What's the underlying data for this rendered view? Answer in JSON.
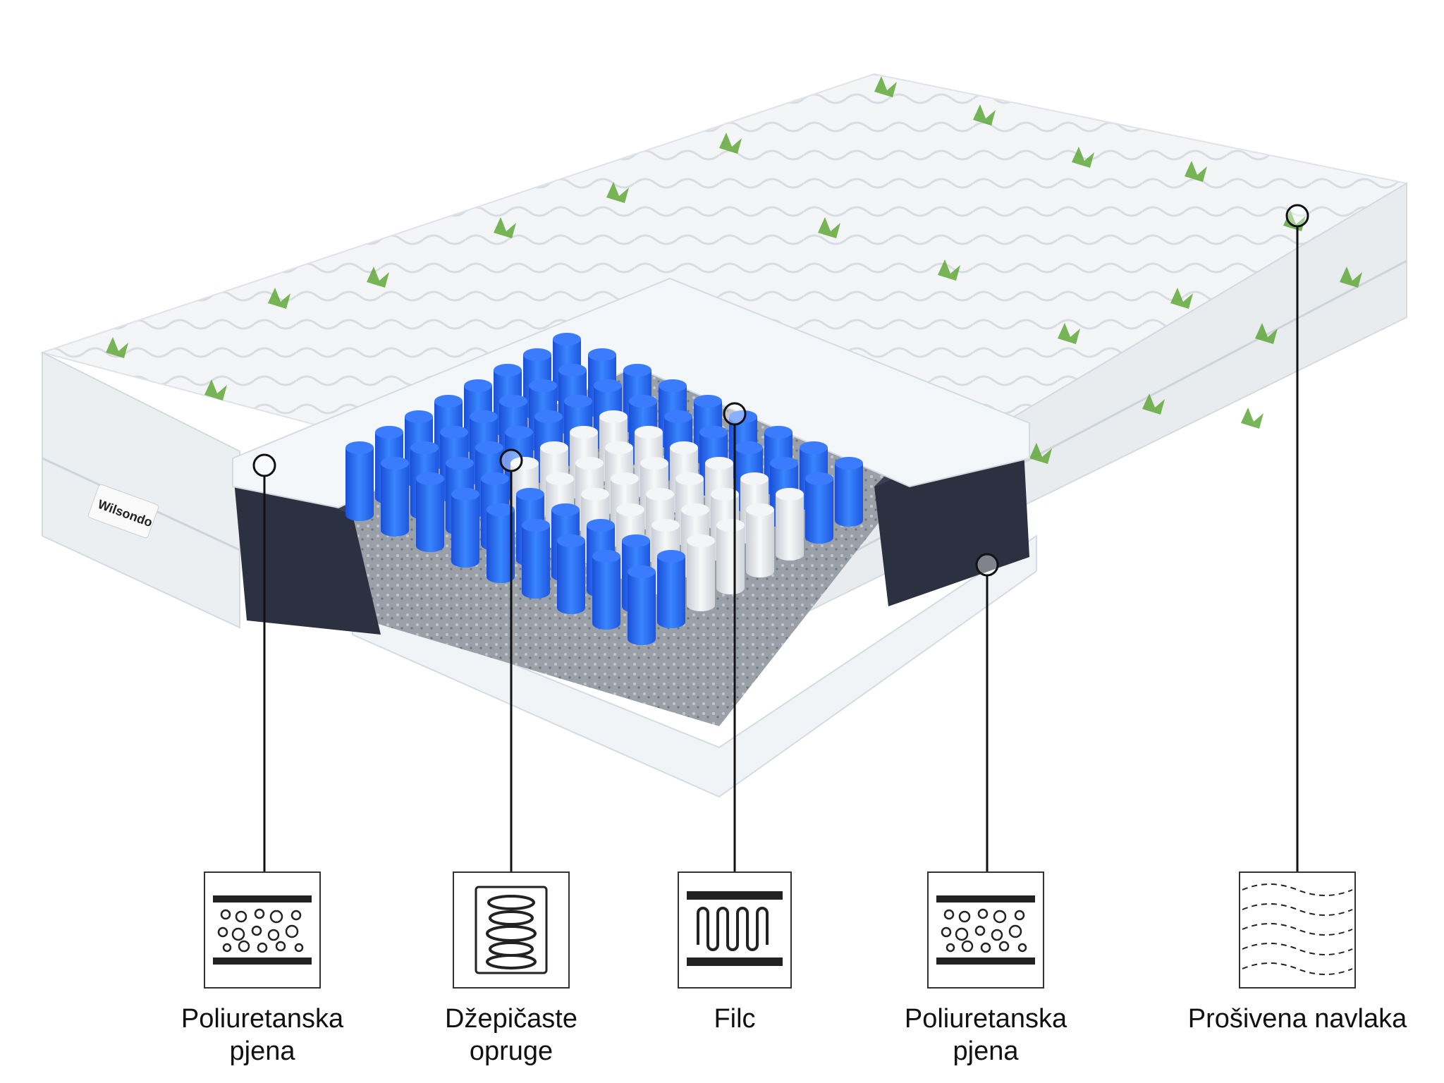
{
  "brand": {
    "tag_text": "Wilsondo"
  },
  "colors": {
    "cover": "#f2f4f6",
    "aloe": "#5fa83a",
    "foam": "#f4f7f9",
    "edge_foam": "#2b3140",
    "spring_blue": "#2a6ff0",
    "spring_white": "#e9ebee",
    "felt": "#8f949c",
    "line": "#111111"
  },
  "layers": [
    {
      "id": "polyurethane-top",
      "icon": "foam-bubbles-icon",
      "label": "Poliuretanska\npjena"
    },
    {
      "id": "pocket-springs",
      "icon": "coil-spring-icon",
      "label": "Džepičaste\nopruge"
    },
    {
      "id": "felt",
      "icon": "felt-wave-icon",
      "label": "Filc"
    },
    {
      "id": "polyurethane-edge",
      "icon": "foam-bubbles-icon",
      "label": "Poliuretanska\npjena"
    },
    {
      "id": "quilted-cover",
      "icon": "quilted-pattern-icon",
      "label": "Prošivena navlaka"
    }
  ]
}
